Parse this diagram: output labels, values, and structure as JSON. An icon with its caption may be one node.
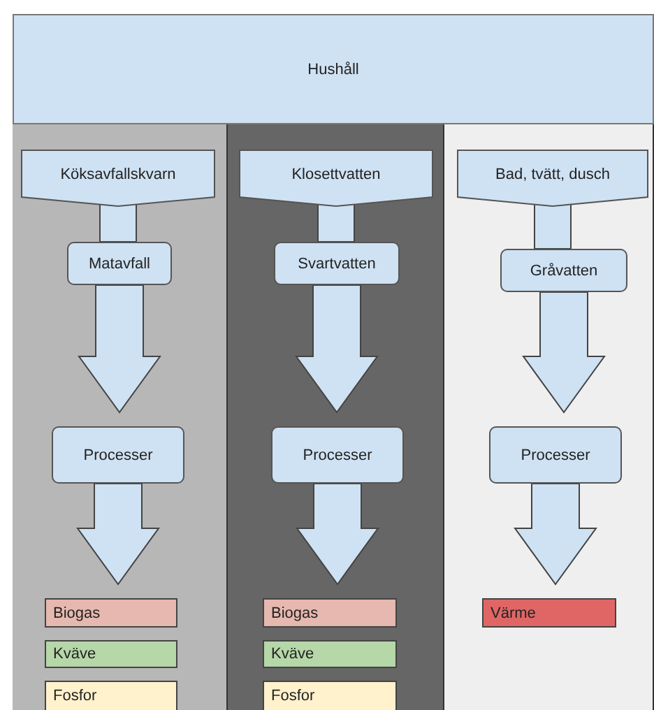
{
  "diagram": {
    "nodes": [
      {
        "text": [
          "Hushåll"
        ]
      },
      {
        "text": [],
        "shape": "box"
      },
      {
        "text": [],
        "shape": "box"
      },
      {
        "text": [],
        "shape": "box"
      },
      {
        "text": [
          "Köksavfallskvarn"
        ],
        "in": 1
      },
      {
        "text": [
          "Matavfall"
        ],
        "in": 1
      },
      {
        "text": [
          "Processer"
        ],
        "in": 1
      },
      {
        "text": [
          "Biogas"
        ],
        "in": 1
      },
      {
        "text": [
          "Kväve"
        ],
        "in": 1
      },
      {
        "text": [
          "Fosfor"
        ],
        "in": 1
      },
      {
        "text": [
          "Klosettvatten"
        ],
        "in": 2
      },
      {
        "text": [
          "Svartvatten"
        ],
        "in": 2
      },
      {
        "text": [
          "Processer"
        ],
        "in": 2
      },
      {
        "text": [
          "Biogas"
        ],
        "in": 2
      },
      {
        "text": [
          "Kväve"
        ],
        "in": 2
      },
      {
        "text": [
          "Fosfor"
        ],
        "in": 2
      },
      {
        "text": [
          "Bad, tvätt, dusch"
        ],
        "in": 3
      },
      {
        "text": [
          "Gråvatten"
        ],
        "in": 3
      },
      {
        "text": [
          "Processer"
        ],
        "in": 3
      },
      {
        "text": [
          "Värme"
        ],
        "in": 3
      }
    ],
    "edges": [
      {
        "from": 4,
        "to": 5,
        "arrow": "none"
      },
      {
        "from": 5,
        "to": 6,
        "arrow": "to"
      },
      {
        "from": 6,
        "to": 7,
        "arrow": "to"
      },
      {
        "from": 10,
        "to": 11,
        "arrow": "none"
      },
      {
        "from": 11,
        "to": 12,
        "arrow": "to"
      },
      {
        "from": 12,
        "to": 13,
        "arrow": "to"
      },
      {
        "from": 16,
        "to": 17,
        "arrow": "none"
      },
      {
        "from": 17,
        "to": 18,
        "arrow": "to"
      },
      {
        "from": 18,
        "to": 19,
        "arrow": "to"
      }
    ]
  }
}
